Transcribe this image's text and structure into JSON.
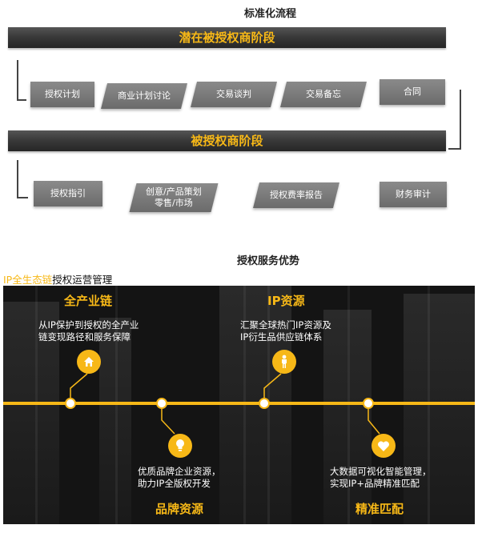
{
  "process": {
    "title": "标准化流程",
    "stage1": {
      "label": "潜在被授权商阶段",
      "steps": [
        "授权计划",
        "商业计划讨论",
        "交易谈判",
        "交易备忘",
        "合同"
      ]
    },
    "stage2": {
      "label": "被授权商阶段",
      "steps": [
        "授权指引",
        "创意/产品策划",
        "零售/市场",
        "授权费率报告",
        "财务审计"
      ]
    }
  },
  "advantages": {
    "title": "授权服务优势",
    "subtitle_highlight": "IP全生态链",
    "subtitle_rest": "授权运营管理",
    "items": [
      {
        "title": "全产业链",
        "line1": "从IP保护到授权的全产业",
        "line2": "链变现路径和服务保障",
        "icon": "home-icon"
      },
      {
        "title": "IP资源",
        "line1": "汇聚全球热门IP资源及",
        "line2": "IP衍生品供应链体系",
        "icon": "person-icon"
      },
      {
        "title": "品牌资源",
        "line1": "优质品牌企业资源，",
        "line2": "助力IP全版权开发",
        "icon": "lightbulb-icon"
      },
      {
        "title": "精准匹配",
        "line1": "大数据可视化智能管理，",
        "line2": "实现IP+品牌精准匹配",
        "icon": "heart-icon"
      }
    ],
    "accent_color": "#f7b817"
  }
}
